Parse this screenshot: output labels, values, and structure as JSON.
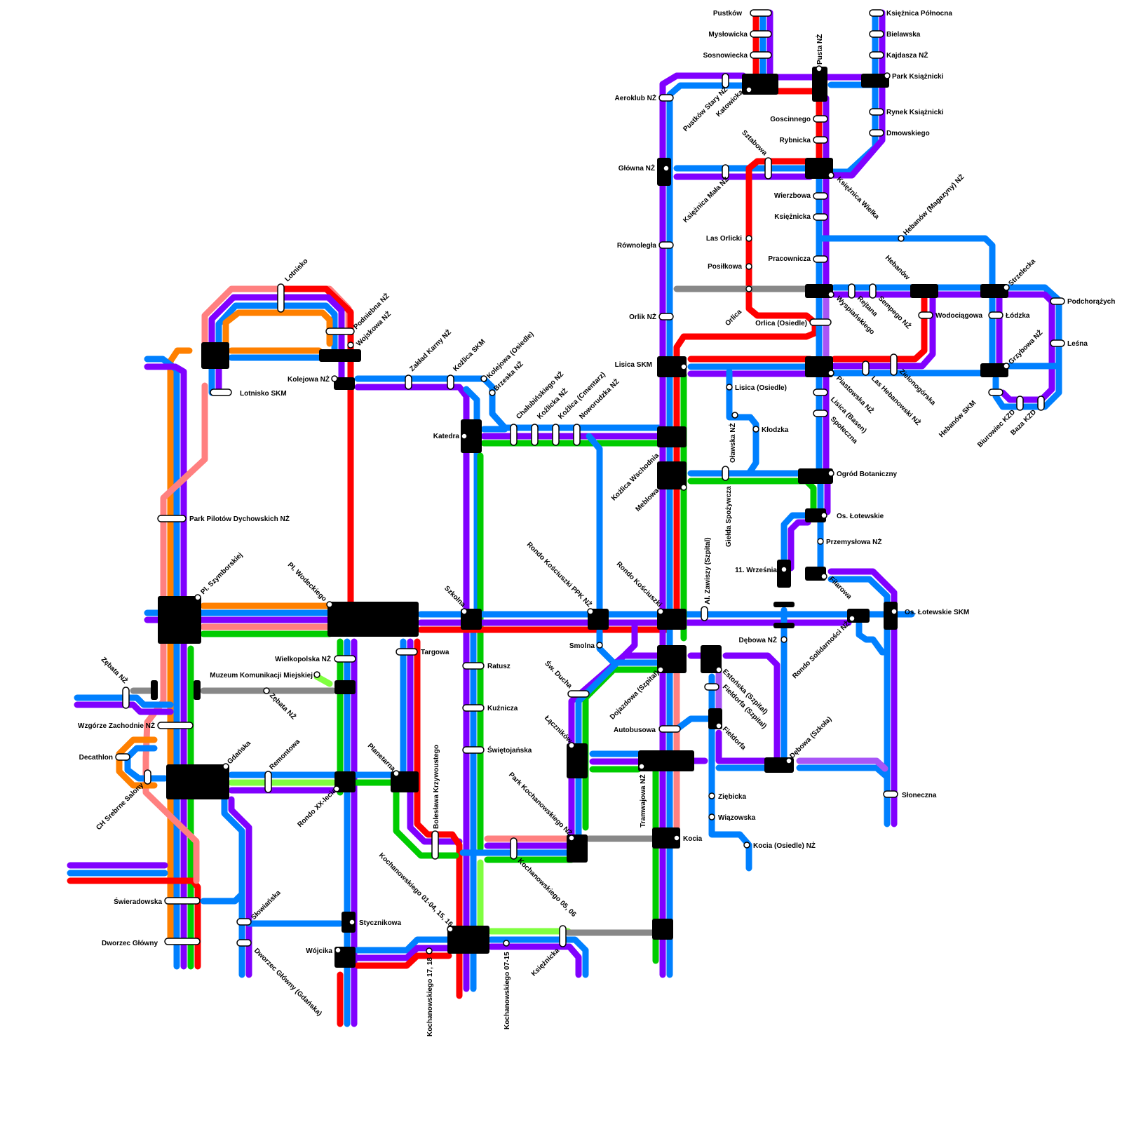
{
  "colors": {
    "red": "#ff0000",
    "blue": "#0080ff",
    "purple": "#8000ff",
    "green": "#00cc00",
    "orange": "#ff8000",
    "pink": "#ff8080",
    "gray": "#888888",
    "lime": "#80ff40",
    "lavender": "#a855f7"
  },
  "stations": {
    "pustkow": "Pustków",
    "myslowicka": "Mysłowicka",
    "sosnowiecka": "Sosnowiecka",
    "katowicka": "Katowicka",
    "pusta_nz": "Pusta NŻ",
    "ksieznica_polnocna": "Księżnica Północna",
    "bielawska": "Bielawska",
    "kajdasza_nz": "Kajdasza NŻ",
    "park_ksiaznicki": "Park Książnicki",
    "rynek_ksiaznicki": "Rynek Książnicki",
    "dmowskiego": "Dmowskiego",
    "aeroklub_nz": "Aeroklub NŻ",
    "pustkow_stary_nz": "Pustków Stary NŻ",
    "goscinnego": "Goscinnego",
    "rybnicka": "Rybnicka",
    "sztabowa": "Sztabowa",
    "glowna_nz": "Główna NŻ",
    "ksieznica_mala_nz": "Księżnica Mała NŻ",
    "ksieznica_wielka": "Księżnica Wielka",
    "wierzbowa": "Wierzbowa",
    "ksieznicka": "Księżnicka",
    "hebanow_magazyny_nz": "Hebanów (Magazyny) NŻ",
    "rownolegla": "Równoległa",
    "las_orlicki": "Las Orlicki",
    "pracownicza": "Pracownicza",
    "posilkowa": "Posiłkowa",
    "hebanow": "Hebanów",
    "orlica": "Orlica",
    "wyspianskiego": "Wyspiańskiego",
    "rejtana": "Rejtana",
    "sempego_nz": "Sempego NŻ",
    "wodociagowa": "Wodociągowa",
    "strzelecka": "Strzelecka",
    "podchorazych": "Podchorążych",
    "lodzka": "Łódzka",
    "lesna": "Leśna",
    "orlik_nz": "Orlik NŻ",
    "orlica_osiedle": "Orlica (Osiedle)",
    "lisica_skm": "Lisica SKM",
    "piastowska_nz": "Piastowska NŻ",
    "las_hebanowski_nz": "Las Hebanowski NŻ",
    "zielonogorska": "Zielonogórska",
    "grzybowa_nz": "Grzybowa NŻ",
    "hebanow_skm": "Hebanów SKM",
    "biurowiec_kzd": "Biurowiec KZD",
    "baza_kzd": "Baza KZD",
    "lisica_osiedle": "Lisica (Osiedle)",
    "lisica_basen": "Lisica (Basen)",
    "spoleczna": "Społeczna",
    "olawska_nz": "Oławska NŻ",
    "klodzka": "Kłodzka",
    "ogrod_botaniczny": "Ogród Botaniczny",
    "gielda_spozywcza": "Giełda Spożywcza",
    "kozlica_wschodnia": "Koźlica Wschodnia",
    "meblowa": "Meblowa",
    "os_lotewskie": "Os. Łotewskie",
    "przemyslowa_nz": "Przemysłowa NŻ",
    "jedenasty_wrzesnia": "11. Września",
    "filarowa": "Filarowa",
    "al_zawiszy_szpital": "Al. Zawiszy (Szpital)",
    "os_lotewskie_skm": "Os. Łotewskie SKM",
    "rondo_solidarnosci_nz": "Rondo Solidarności NŻ",
    "debowa_nz": "Dębowa NŻ",
    "lotnisko": "Lotnisko",
    "podniebna_nz": "Podniebna NŻ",
    "wojskowa_nz": "Wojskowa NŻ",
    "lotnisko_skm": "Lotnisko SKM",
    "kolejowa_nz": "Kolejowa NŻ",
    "zaklad_karny_nz": "Zakład Karny NŻ",
    "kozlica_skm": "Koźlica SKM",
    "kolejowa_osiedle": "Kolejowa (Osiedle)",
    "brzeska_nz": "Brzeska NŻ",
    "chalubinskiego_nz": "Chałubińskiego NŻ",
    "kozlicka_nz": "Koźlicka NŻ",
    "kozlica_cmentarz": "Koźlica (Cmentarz)",
    "noworudzka_nz": "Noworudzka NŻ",
    "katedra": "Katedra",
    "park_pilotow": "Park Pilotów Dychowskich NŻ",
    "pl_szymborskiej": "Pl. Szymborskiej",
    "pl_wodeckiego": "Pl. Wodeckiego",
    "szkolna": "Szkolna",
    "rondo_kosciuszki_ppk_nz": "Rondo Kościuszki PPK NŻ",
    "rondo_kosciuszki": "Rondo Kościuszki",
    "smolna": "Smolna",
    "targowa": "Targowa",
    "ratusz": "Ratusz",
    "wielkopolska_nz": "Wielkopolska NŻ",
    "muzeum": "Muzeum Komunikacji Miejskiej",
    "zebata_nz": "Zębata NŻ",
    "wzgorze_zachodnie_nz": "Wzgórze Zachodnie NŻ",
    "kuznicza": "Kuźnicza",
    "sw_ducha": "Św. Ducha",
    "dojazdowa_szpital": "Dojazdowa (Szpital)",
    "estonska_szpital": "Estońska (Szpital)",
    "fieldorfa_szpital": "Fieldorfa (Szpital)",
    "fieldorfa": "Fieldorfa",
    "debowa_szkola": "Dębowa (Szkoła)",
    "swietojanska": "Świętojańska",
    "autobusowa": "Autobusowa",
    "decathlon": "Decathlon",
    "gdanska": "Gdańska",
    "remontowa": "Remontowa",
    "planetarna": "Planetarna",
    "laczników": "Łączników",
    "ch_srebrne_salony": "CH Srebrne Salony",
    "rondo_xx_lecia": "Rondo XX-lecia",
    "boleslawa_krzywoustego": "Bolesława Krzywoustego",
    "park_kochanowskiego_nz": "Park Kochanowskiego NŻ",
    "tramwajowa_nz": "Tramwajowa NŻ",
    "ziebicka": "Ziębicka",
    "wiazowska": "Wiązowska",
    "sloneczna": "Słoneczna",
    "kocia": "Kocia",
    "kocia_osiedle_nz": "Kocia (Osiedle) NŻ",
    "kochanowskiego_01_04": "Kochanowskiego 01-04, 15, 16",
    "kochanowskiego_05_06": "Kochanowskiego 05, 06",
    "swieradowska": "Świeradowska",
    "slowianska": "Słowiańska",
    "stycznikowa": "Stycznikowa",
    "dworzec_glowny": "Dworzec Główny",
    "dworzec_glowny_gdanska": "Dworzec Główny (Gdańska)",
    "wojcika": "Wójcika",
    "kochanowskiego_17_18": "Kochanowskiego 17, 18",
    "kochanowskiego_07_15": "Kochanowskiego 07-15",
    "ksiezniczka": "Księżnicka"
  }
}
